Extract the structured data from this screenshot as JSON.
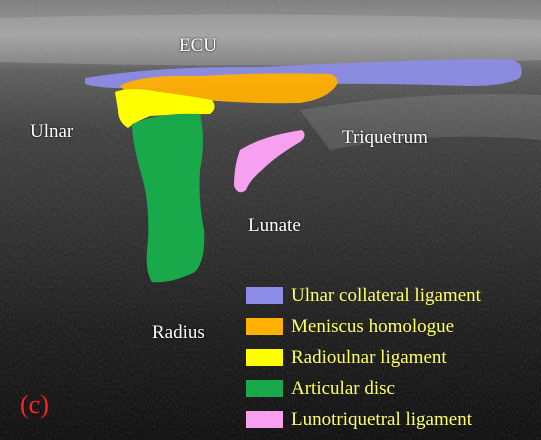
{
  "labels": {
    "ecu": "ECU",
    "ulnar": "Ulnar",
    "triquetrum": "Triquetrum",
    "lunate": "Lunate",
    "radius": "Radius"
  },
  "panel_tag": "(c)",
  "legend": [
    {
      "label": "Ulnar collateral ligament",
      "color": "#8c8ce6"
    },
    {
      "label": "Meniscus homologue",
      "color": "#ffb000"
    },
    {
      "label": "Radioulnar ligament",
      "color": "#ffff00"
    },
    {
      "label": "Articular disc",
      "color": "#19a84a"
    },
    {
      "label": "Lunotriquetral ligament",
      "color": "#f7a0ef"
    }
  ]
}
